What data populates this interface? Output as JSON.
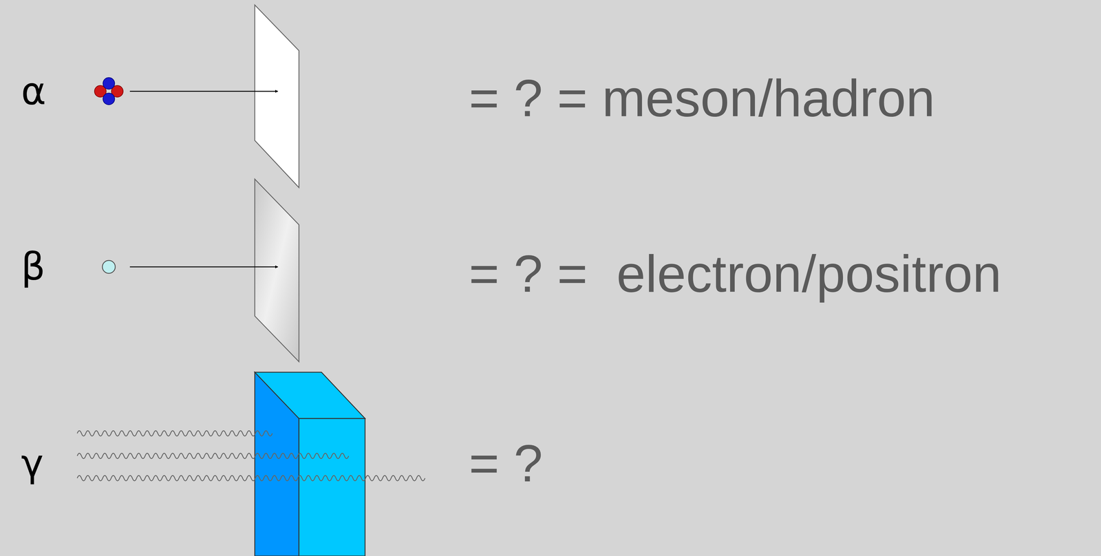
{
  "diagram": {
    "labels": [
      "α",
      "= ? = meson/hadron",
      "β",
      "= ? =  electron/positron",
      "γ",
      "= ?"
    ]
  }
}
